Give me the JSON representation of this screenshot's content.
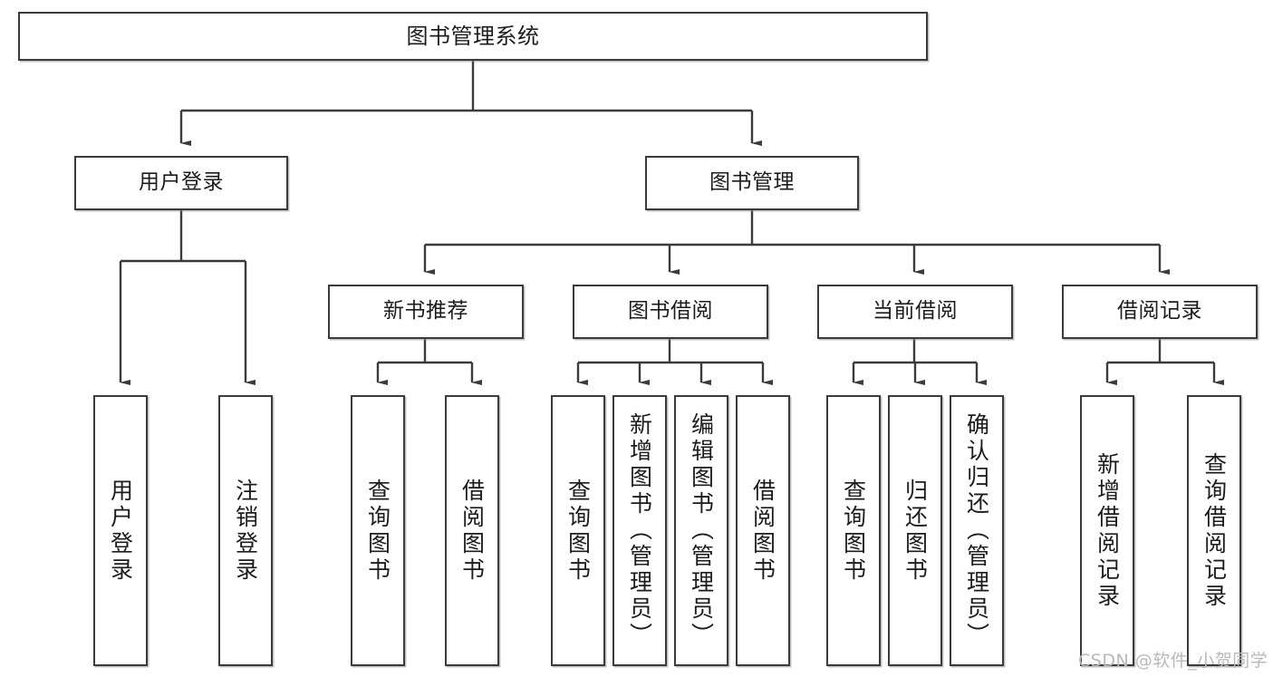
{
  "diagram": {
    "title": "图书管理系统",
    "type": "tree",
    "watermark": "CSDN @软件_小贺同学",
    "colors": {
      "box_border": "#3b3b3b",
      "box_fill": "#ffffff",
      "connector": "#3b3b3b",
      "text": "#1c1c1c",
      "watermark": "#b9b9b9"
    },
    "nodes": {
      "root": {
        "label": "图书管理系统"
      },
      "level1": [
        {
          "label": "用户登录"
        },
        {
          "label": "图书管理"
        }
      ],
      "level2": [
        {
          "label": "新书推荐"
        },
        {
          "label": "图书借阅"
        },
        {
          "label": "当前借阅"
        },
        {
          "label": "借阅记录"
        }
      ],
      "leaves": {
        "user_login": [
          {
            "label": "用户登录"
          },
          {
            "label": "注销登录"
          }
        ],
        "new_book": [
          {
            "label": "查询图书"
          },
          {
            "label": "借阅图书"
          }
        ],
        "book_borrow": [
          {
            "label": "查询图书"
          },
          {
            "label": "新增图书（管理员）"
          },
          {
            "label": "编辑图书（管理员）"
          },
          {
            "label": "借阅图书"
          }
        ],
        "current_borrow": [
          {
            "label": "查询图书"
          },
          {
            "label": "归还图书"
          },
          {
            "label": "确认归还（管理员）"
          }
        ],
        "borrow_record": [
          {
            "label": "新增借阅记录"
          },
          {
            "label": "查询借阅记录"
          }
        ]
      }
    }
  }
}
